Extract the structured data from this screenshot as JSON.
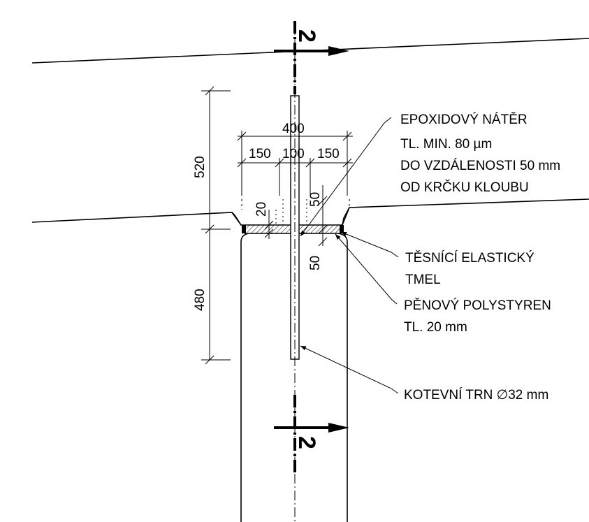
{
  "section": {
    "mark": "2"
  },
  "dimensions": {
    "upper_height": "520",
    "lower_height": "480",
    "total_width": "400",
    "side_left": "150",
    "center": "100",
    "side_right": "150",
    "gap": "20",
    "epoxy_up": "50",
    "epoxy_down": "50"
  },
  "notes": {
    "epoxy": [
      "EPOXIDOVÝ NÁTĚR",
      "TL. MIN. 80 µm",
      "DO VZDÁLENOSTI 50 mm",
      "OD KRČKU KLOUBU"
    ],
    "sealant": [
      "TĚSNÍCÍ ELASTICKÝ",
      "TMEL"
    ],
    "foam": [
      "PĚNOVÝ POLYSTYREN",
      "TL. 20 mm"
    ],
    "dowel": [
      "KOTEVNÍ TRN ∅32 mm"
    ]
  }
}
